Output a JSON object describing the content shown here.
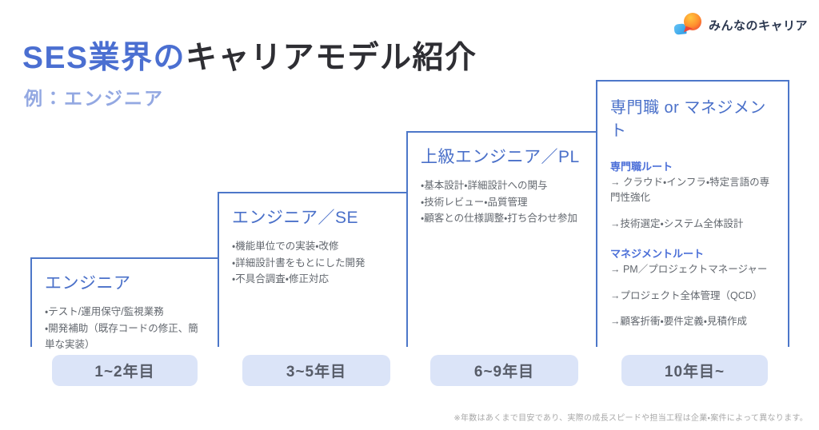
{
  "header": {
    "title_highlight": "SES業界の",
    "title_rest": "キャリアモデル紹介",
    "subtitle": "例：エンジニア"
  },
  "logo": {
    "brand": "みんなのキャリア"
  },
  "steps": [
    {
      "title": "エンジニア",
      "bullets": [
        "・テスト/運用保守/監視業務",
        "・開発補助（既存コードの修正、簡単な実装）"
      ],
      "years": "1~2年目"
    },
    {
      "title": "エンジニア／SE",
      "bullets": [
        "・機能単位での実装・改修",
        "・詳細設計書をもとにした開発",
        "・不具合調査・修正対応"
      ],
      "years": "3~5年目"
    },
    {
      "title": "上級エンジニア／PL",
      "bullets": [
        "・基本設計・詳細設計への関与",
        "・技術レビュー・品質管理",
        "・顧客との仕様調整・打ち合わせ参加"
      ],
      "years": "6~9年目"
    },
    {
      "title": "専門職 or マネジメント",
      "routes": [
        {
          "label": "専門職ルート",
          "items": [
            "→ クラウド・インフラ・特定言語の専門性強化",
            "→技術選定・システム全体設計"
          ]
        },
        {
          "label": "マネジメントルート",
          "items": [
            "→ PM／プロジェクトマネージャー",
            "→プロジェクト全体管理（QCD）",
            "→顧客折衝・要件定義・見積作成"
          ]
        }
      ],
      "years": "10年目~"
    }
  ],
  "footnote": "※年数はあくまで目安であり、実際の成長スピードや担当工程は企業・案件によって異なります。",
  "colors": {
    "accent_blue": "#4d77c9",
    "title_blue": "#4b6fd1",
    "subtitle_blue": "#93a8e2",
    "title_dark": "#2e2e33",
    "body_gray": "#62676e",
    "pill_bg": "#dbe4f8",
    "pill_text": "#575c68",
    "logo_blue": "#2b9be6",
    "logo_orange": "#ff8f2e",
    "logo_red": "#ef4436"
  }
}
